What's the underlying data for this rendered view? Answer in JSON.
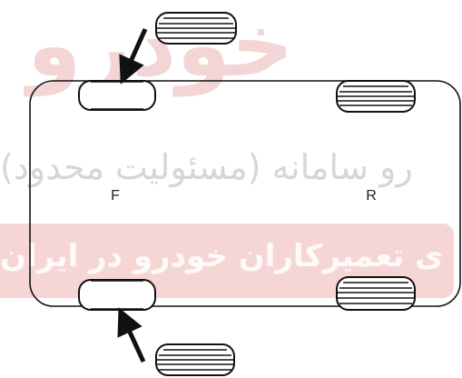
{
  "labels": {
    "front": "F",
    "rear": "R"
  },
  "watermark": {
    "logo": "خودرو",
    "line1": "رو سامانه (مسئولیت محدود)",
    "line2": "ی تعمیرکاران خودرو در ایران"
  },
  "colors": {
    "stroke": "#111111",
    "watermark_red": "#e8b3b1"
  }
}
